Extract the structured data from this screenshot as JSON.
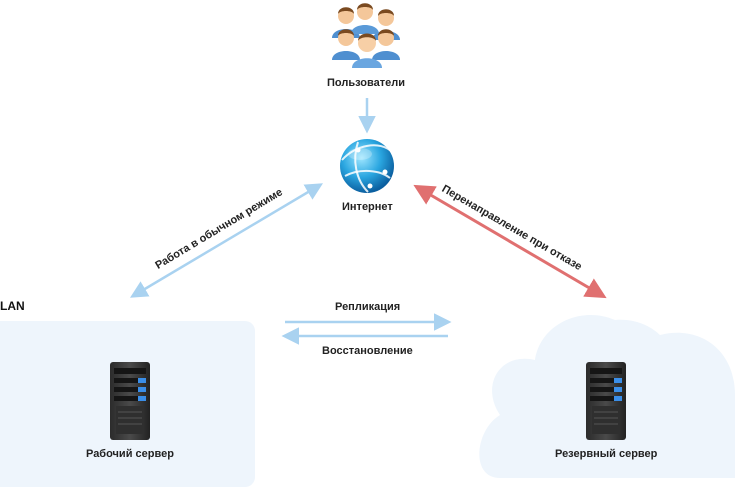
{
  "nodes": {
    "users": {
      "label": "Пользователи",
      "icon": "users-group-icon"
    },
    "internet": {
      "label": "Интернет",
      "icon": "globe-icon"
    },
    "lan": {
      "label": "LAN"
    },
    "primary_server": {
      "label": "Рабочий сервер",
      "icon": "server-icon"
    },
    "backup_server": {
      "label": "Резервный сервер",
      "icon": "server-icon"
    }
  },
  "edges": {
    "normal_mode": {
      "label": "Работа в обычном режиме",
      "color": "#a9d2f0"
    },
    "failover": {
      "label": "Перенаправление при отказе",
      "color": "#e07070"
    },
    "replication": {
      "label": "Репликация",
      "color": "#a9d2f0"
    },
    "recovery": {
      "label": "Восстановление",
      "color": "#a9d2f0"
    }
  },
  "colors": {
    "lan_fill": "#eef5fc",
    "cloud_fill": "#eef5fc",
    "server_lights": "#3a8ee8"
  }
}
